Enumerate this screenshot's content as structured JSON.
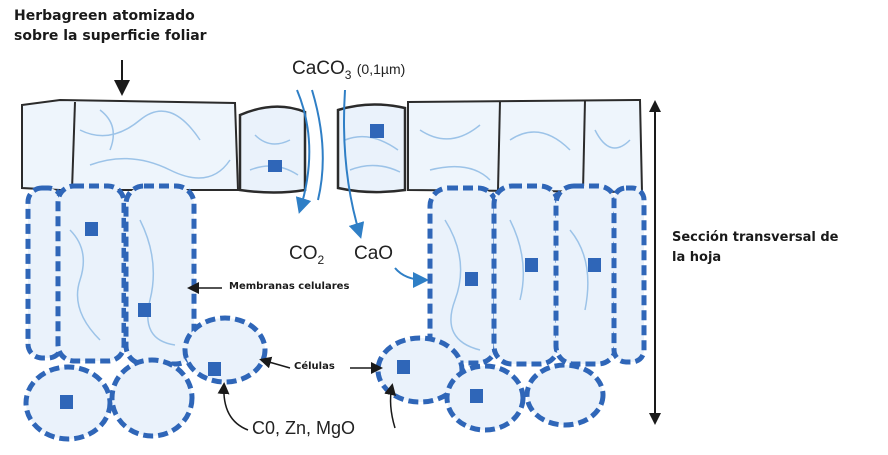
{
  "labels": {
    "herbagreen_line1": "Herbagreen atomizado",
    "herbagreen_line2": "sobre la superficie foliar",
    "caco3": "CaCO",
    "caco3_sub": "3",
    "caco3_size": "(0,1µm)",
    "co2": "CO",
    "co2_sub": "2",
    "cao": "CaO",
    "membranas": "Membranas celulares",
    "celulas": "Células",
    "minerals": "C0, Zn, MgO",
    "seccion_line1": "Sección transversal de",
    "seccion_line2": "la hoja"
  },
  "colors": {
    "cell_blue": "#2f66b8",
    "cell_light": "#9cc3e8",
    "vein": "#6fa3d8",
    "outline": "#2b2b2b",
    "arrow_blue": "#2f7fc6"
  },
  "icons": {
    "down_arrow": "down-arrow-icon",
    "nucleus": "nucleus-icon"
  }
}
